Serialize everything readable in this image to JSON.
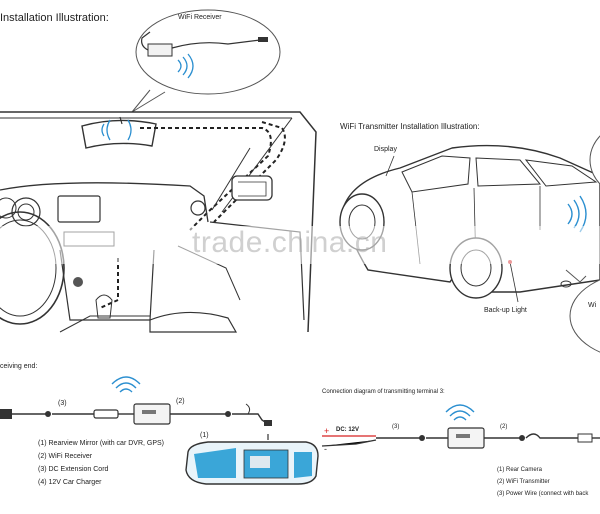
{
  "receiver_illustration": {
    "title": "Installation Illustration:",
    "bubble_label": "WiFi Receiver"
  },
  "transmitter_illustration": {
    "title": "WiFi Transmitter Installation Illustration:",
    "display_label": "Display",
    "backup_light_label": "Back-up Light",
    "cut_label": "Wi"
  },
  "watermark": {
    "text": "trade.china.cn"
  },
  "receiving_end": {
    "title": "ceiving end:",
    "numbers": [
      "(3)",
      "(2)",
      "(1)"
    ],
    "legend": [
      "(1) Rearview Mirror (with car DVR, GPS)",
      "(2) WiFi Receiver",
      "(3) DC Extension Cord",
      "(4) 12V Car Charger"
    ]
  },
  "transmitting_end": {
    "title": "Connection diagram of transmitting terminal 3:",
    "dc_label": "DC: 12V",
    "plus": "+",
    "minus": "-",
    "numbers": [
      "(3)",
      "(2)"
    ],
    "legend": [
      "(1) Rear Camera",
      "(2) WiFi Transmitter",
      "(3) Power Wire (connect with back"
    ]
  },
  "colors": {
    "line": "#333333",
    "accent_blue": "#2b8fd0",
    "red": "#d62020",
    "mirror_screen": "#3aa6d8"
  }
}
